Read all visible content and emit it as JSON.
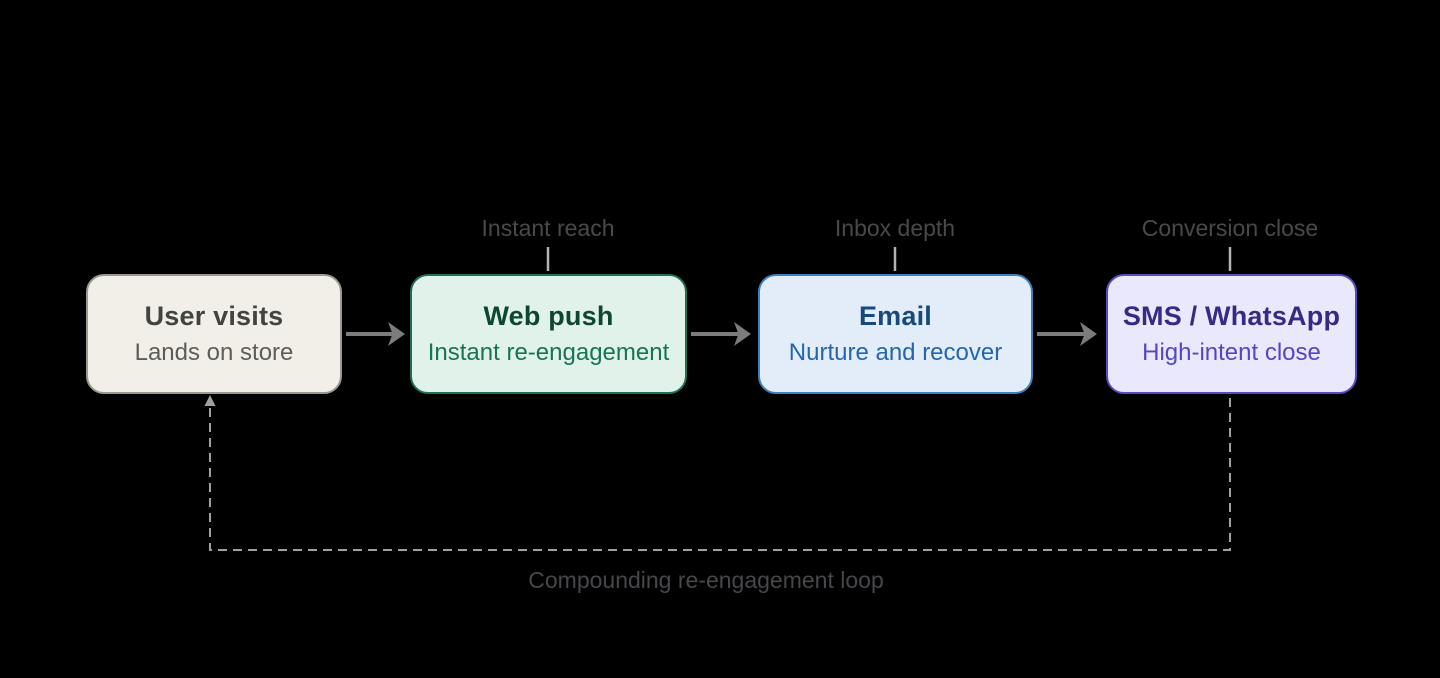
{
  "diagram": {
    "nodes": [
      {
        "title": "User visits",
        "subtitle": "Lands on store",
        "fill": "#f1efe8",
        "border": "#9a988f",
        "title_color": "#434440",
        "subtitle_color": "#5d5e57"
      },
      {
        "stage_label": "Instant reach",
        "title": "Web push",
        "subtitle": "Instant re-engagement",
        "fill": "#e1f2ea",
        "border": "#1e7058",
        "title_color": "#0e4634",
        "subtitle_color": "#177456"
      },
      {
        "stage_label": "Inbox depth",
        "title": "Email",
        "subtitle": "Nurture and recover",
        "fill": "#e3edfa",
        "border": "#3d7fc1",
        "title_color": "#17497e",
        "subtitle_color": "#2366ae"
      },
      {
        "stage_label": "Conversion close",
        "title": "SMS / WhatsApp",
        "subtitle": "High-intent close",
        "fill": "#eae8fc",
        "border": "#5849c6",
        "title_color": "#352b85",
        "subtitle_color": "#5447c5"
      }
    ],
    "loop_label": "Compounding re-engagement loop",
    "colors": {
      "background": "#000000",
      "flow_arrow": "#7c7c7c",
      "stage_label_text": "#47494b",
      "label_connector": "#b3b3b0",
      "loop_line": "#a0a09c",
      "loop_label_text": "#45474a"
    }
  }
}
